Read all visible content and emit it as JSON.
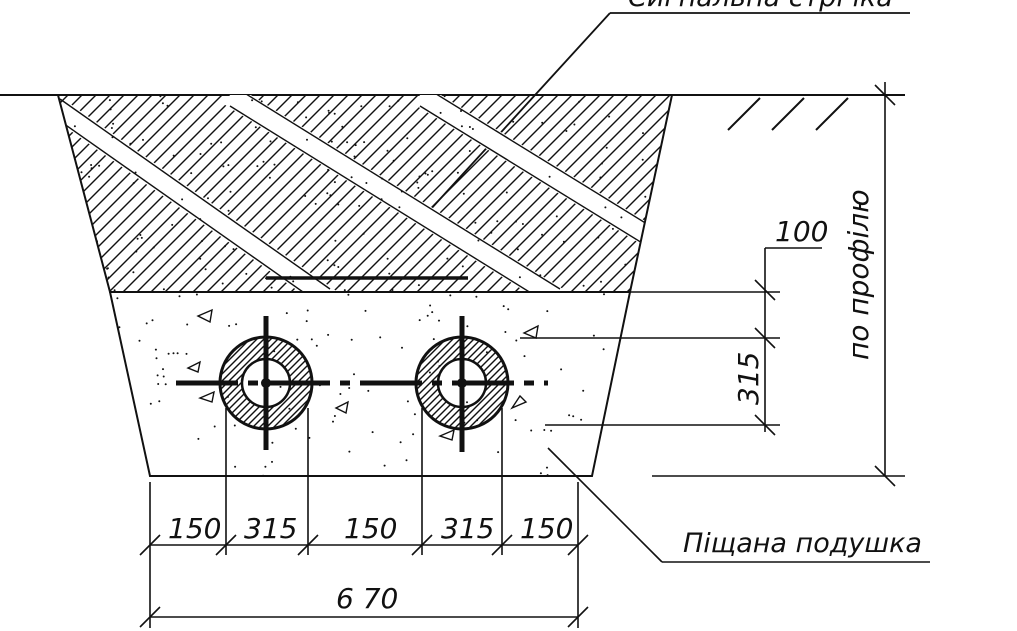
{
  "annotations": {
    "top_label": "Сигнальна стрічка",
    "sand_cushion_label": "Піщана подушка",
    "profile_label": "по профілю"
  },
  "dimensions": {
    "sand_over_pipe": "100",
    "pipe_diameter_vertical": "315",
    "gap_left": "150",
    "pipe_left": "315",
    "gap_middle": "150",
    "pipe_right": "315",
    "gap_right": "150",
    "total_width": "6 70"
  },
  "colors": {
    "line": "#111111",
    "background": "#ffffff"
  }
}
